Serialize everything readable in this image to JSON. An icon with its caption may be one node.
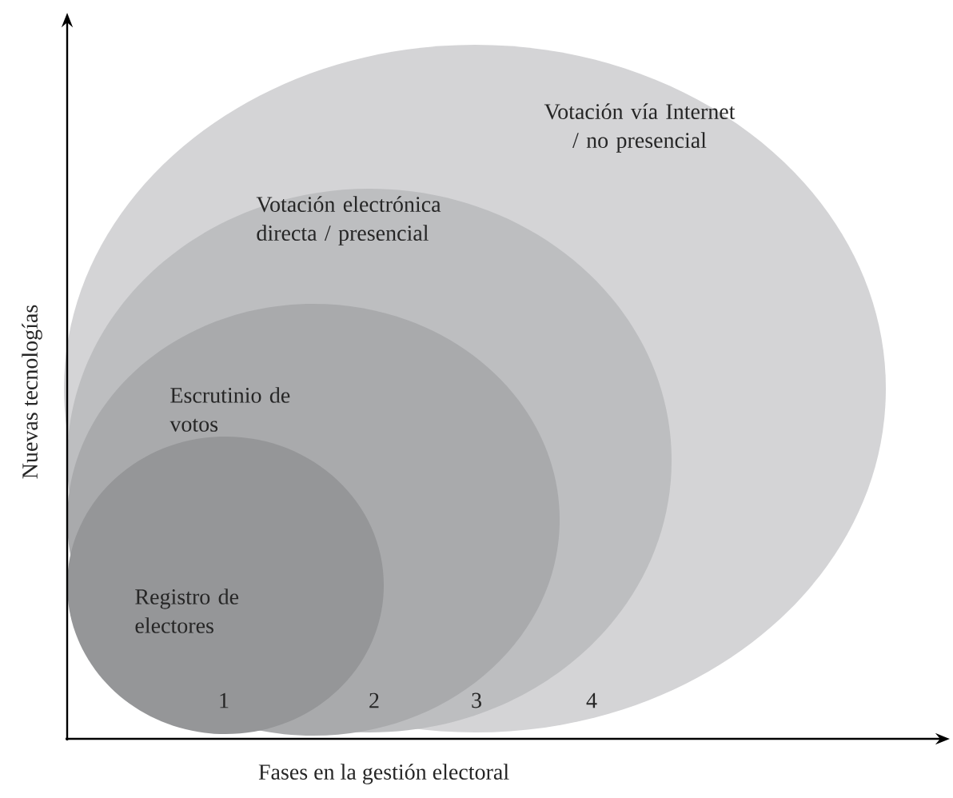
{
  "diagram": {
    "nodes": [
      {
        "text": [
          "Votación vía Internet / no presencial"
        ]
      },
      {
        "text": [
          "Votación electrónica directa / presencial"
        ],
        "in": 0
      },
      {
        "text": [
          "Escrutinio de votos"
        ],
        "in": 1
      },
      {
        "text": [
          "Registro de electores"
        ],
        "in": 2
      }
    ],
    "labels": [
      "Nuevas tecnologías",
      "1",
      "2",
      "3",
      "4",
      "Fases en la gestión electoral"
    ]
  }
}
